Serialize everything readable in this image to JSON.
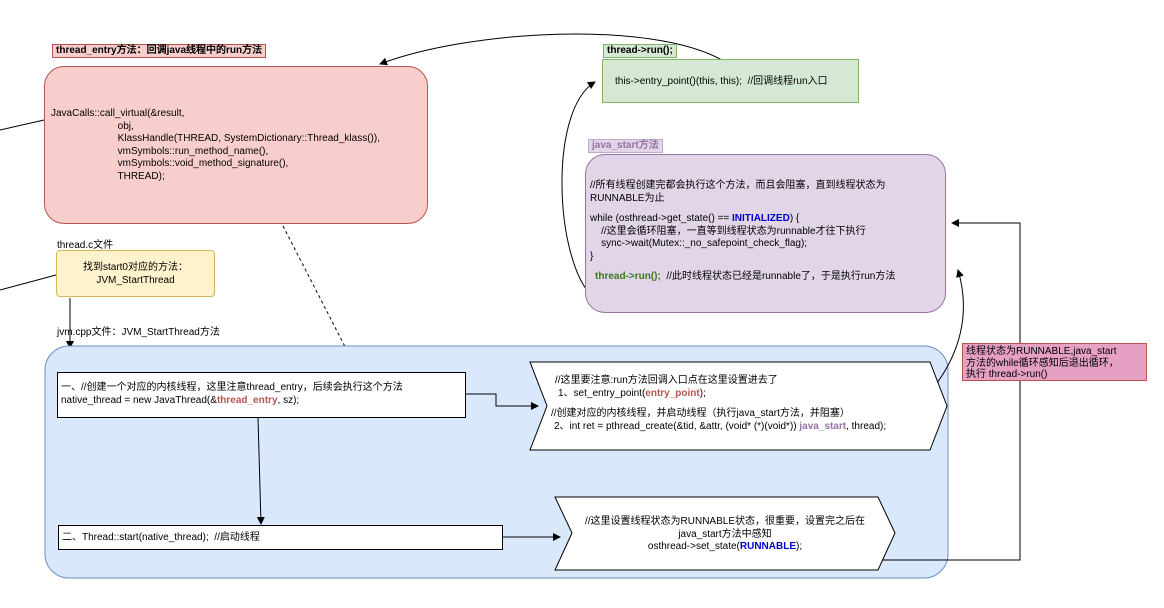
{
  "thread_entry_box": {
    "title": "thread_entry方法：回调java线程中的run方法",
    "lines": [
      "JavaCalls::call_virtual(&result,",
      "                        obj,",
      "                        KlassHandle(THREAD, SystemDictionary::Thread_klass()),",
      "                        vmSymbols::run_method_name(),",
      "                        vmSymbols::void_method_signature(),",
      "                        THREAD);"
    ],
    "fill": "#f8cecc",
    "stroke": "#b85450"
  },
  "thread_run_box": {
    "title": "thread->run();",
    "text": "this->entry_point()(this, this);  //回调线程run入口",
    "fill": "#d5e8d4",
    "stroke": "#82b366"
  },
  "java_start_box": {
    "title": "java_start方法",
    "line1": "//所有线程创建完都会执行这个方法，而且会阻塞，直到线程状态为",
    "line2": "RUNNABLE为止",
    "while_prefix": "while (osthread->get_state() == ",
    "while_keyword": "INITIALIZED",
    "while_suffix": ") {",
    "body1": "    //这里会循环阻塞，一直等到线程状态为runnable才往下执行",
    "body2": "    sync->wait(Mutex::_no_safepoint_check_flag);",
    "close": "}",
    "run_call": "thread->run();",
    "run_comment": "  //此时线程状态已经是runnable了，于是执行run方法",
    "fill": "#e1d5e7",
    "stroke": "#9673a6"
  },
  "thread_c": {
    "file_label": "thread.c文件",
    "line1": "找到start0对应的方法：",
    "line2": "JVM_StartThread",
    "fill": "#fff2cc",
    "stroke": "#d6b656"
  },
  "jvm_cpp": {
    "file_label": "jvm.cpp文件：JVM_StartThread方法",
    "fill": "#dae8fc",
    "stroke": "#6c8ebf"
  },
  "step_one": {
    "line1": "一、//创建一个对应的内核线程，这里注意thread_entry，后续会执行这个方法",
    "line2_prefix": "native_thread = new JavaThread(&",
    "line2_keyword": "thread_entry",
    "line2_suffix": ", sz);"
  },
  "step_two": {
    "text": "二、Thread::start(native_thread);  //启动线程"
  },
  "javathread_ctor": {
    "line1": "//这里要注意:run方法回调入口点在这里设置进去了",
    "line2_prefix": "1、set_entry_point(",
    "line2_keyword": "entry_point",
    "line2_suffix": ");",
    "line3": "//创建对应的内核线程，并启动线程（执行java_start方法，并阻塞）",
    "line4_prefix": "2、int ret = pthread_create(&tid, &attr, (void* (*)(void*)) ",
    "line4_keyword": "java_start",
    "line4_suffix": ", thread);"
  },
  "set_state": {
    "line1": "//这里设置线程状态为RUNNABLE状态，很重要，设置完之后在",
    "line2": "java_start方法中感知",
    "line3_prefix": "osthread->set_state(",
    "line3_keyword": "RUNNABLE",
    "line3_suffix": ");"
  },
  "runnable_note": {
    "line1": "线程状态为RUNNABLE,java_start",
    "line2": "方法的while循环感知后退出循环，",
    "line3": "执行 thread->run()",
    "fill": "#e6a0c4",
    "stroke": "#b85450"
  }
}
